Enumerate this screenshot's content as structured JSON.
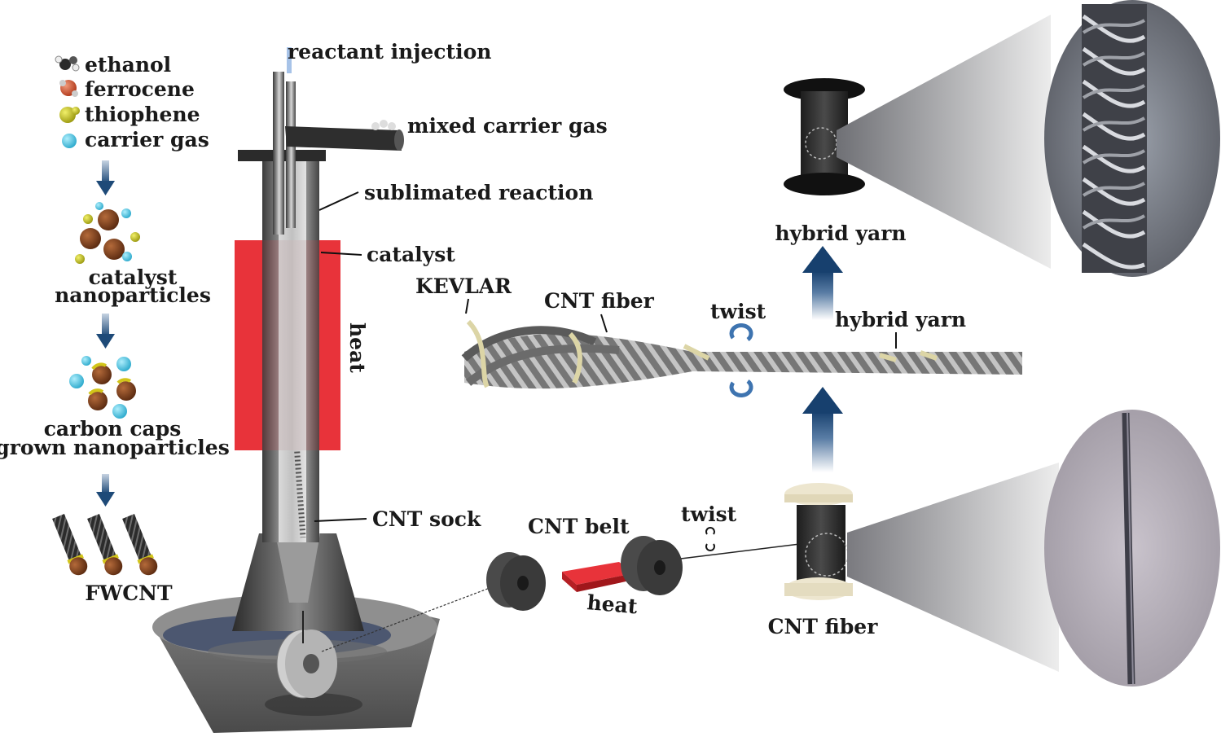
{
  "legend": {
    "ethanol": "ethanol",
    "ferrocene": "ferrocene",
    "thiophene": "thiophene",
    "carrier_gas": "carrier gas"
  },
  "stages": {
    "catalyst_line1": "catalyst",
    "catalyst_line2": "nanoparticles",
    "caps_line1": "carbon caps",
    "caps_line2": "grown nanoparticles",
    "fwcnt": "FWCNT"
  },
  "reactor": {
    "reactant_injection": "reactant injection",
    "mixed_carrier_gas": "mixed carrier gas",
    "sublimated_reaction": "sublimated reaction",
    "catalyst": "catalyst",
    "heat": "heat",
    "cnt_sock": "CNT sock"
  },
  "process": {
    "cnt_belt": "CNT belt",
    "belt_heat": "heat",
    "twist_lower": "twist",
    "cnt_fiber_spool": "CNT fiber",
    "twist_upper": "twist",
    "kevlar": "KEVLAR",
    "cnt_fiber_strand": "CNT fiber",
    "hybrid_yarn_strand": "hybrid yarn",
    "hybrid_yarn_spool": "hybrid yarn"
  },
  "colors": {
    "heater": "#e8333a",
    "arrow_blue": "#17406e",
    "ethanol": "#3a3a3a",
    "ferrocene": "#d9552e",
    "thiophene": "#c8c61c",
    "carrier_gas": "#3fc1e0",
    "nanoparticle": "#7a3d1a"
  }
}
